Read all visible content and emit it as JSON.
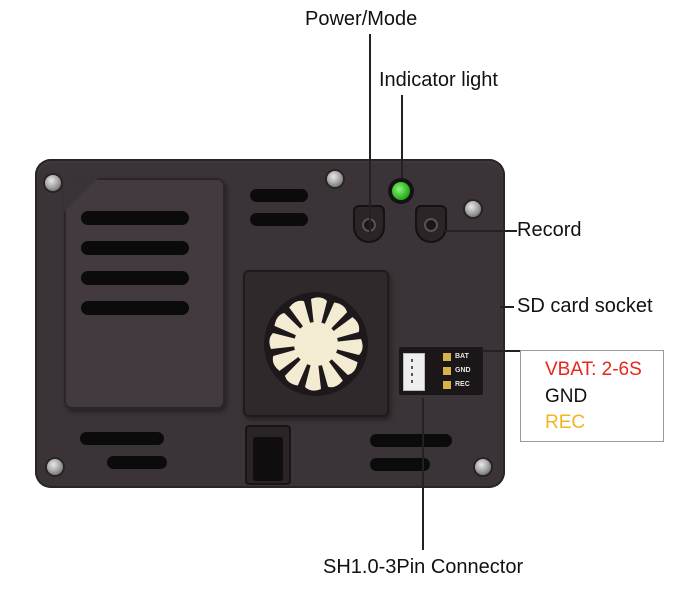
{
  "labels": {
    "power_mode": "Power/Mode",
    "indicator_light": "Indicator light",
    "record": "Record",
    "sd_card_socket": "SD card socket",
    "connector": "SH1.0-3Pin Connector"
  },
  "pinout": [
    {
      "text": "VBAT: 2-6S",
      "color": "#e8251d"
    },
    {
      "text": "GND",
      "color": "#111111"
    },
    {
      "text": "REC",
      "color": "#f2b51f"
    }
  ],
  "board_pads": [
    "BAT",
    "GND",
    "REC"
  ],
  "colors": {
    "device_body": "#3a3337",
    "indicator_led": "#2fb520",
    "fan_blades": "#f4ecd2"
  }
}
